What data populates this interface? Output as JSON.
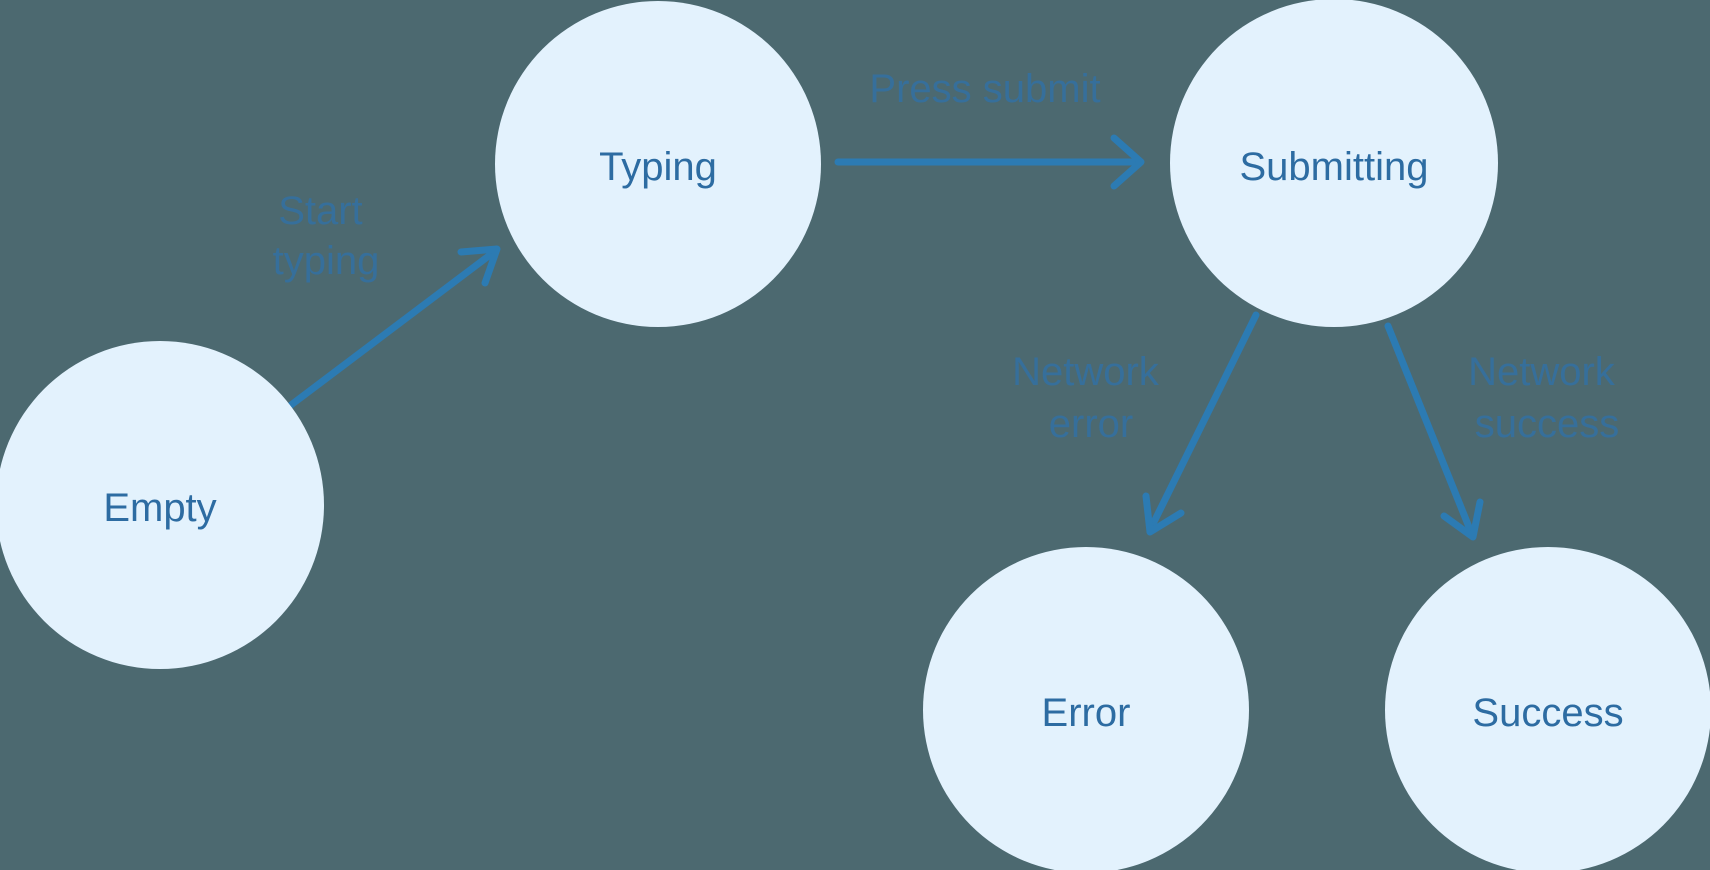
{
  "diagram": {
    "type": "state-machine",
    "nodes": [
      {
        "id": "empty",
        "label": "Empty"
      },
      {
        "id": "typing",
        "label": "Typing"
      },
      {
        "id": "submitting",
        "label": "Submitting"
      },
      {
        "id": "error",
        "label": "Error"
      },
      {
        "id": "success",
        "label": "Success"
      }
    ],
    "edges": [
      {
        "from": "empty",
        "to": "typing",
        "label": "Start typing",
        "label_lines": [
          "Start",
          "typing"
        ]
      },
      {
        "from": "typing",
        "to": "submitting",
        "label": "Press submit",
        "label_lines": [
          "Press submit"
        ]
      },
      {
        "from": "submitting",
        "to": "error",
        "label": "Network error",
        "label_lines": [
          "Network",
          "error"
        ]
      },
      {
        "from": "submitting",
        "to": "success",
        "label": "Network success",
        "label_lines": [
          "Network",
          "success"
        ]
      }
    ],
    "colors": {
      "background": "#4C6970",
      "node_fill": "#E3F2FD",
      "node_text": "#2D6CA2",
      "edge_stroke": "#2C7BB3",
      "edge_label": "#35709F"
    }
  }
}
